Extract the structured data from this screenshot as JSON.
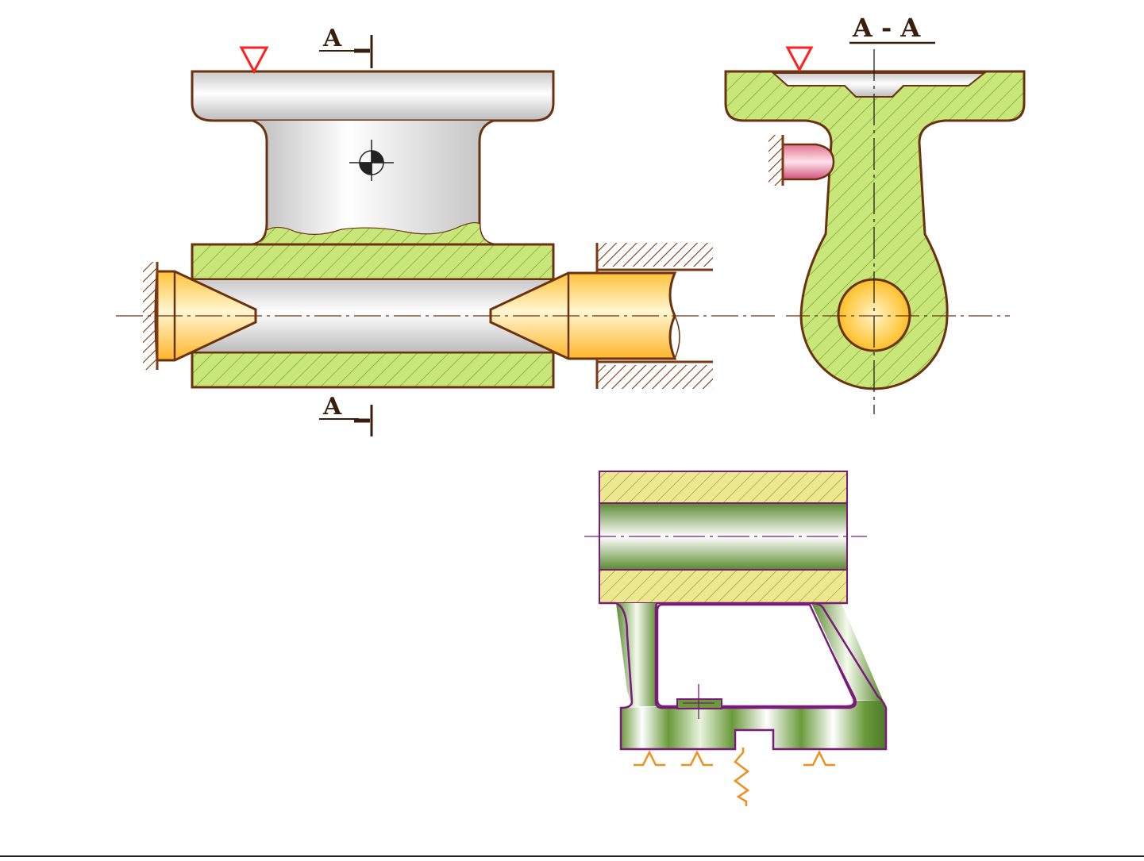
{
  "labels": {
    "top_section_letter": "A",
    "bottom_section_letter": "A",
    "section_title": "A - A"
  },
  "colors": {
    "outline": "#6b3210",
    "hatch_fill": "#c8e67a",
    "hatch_line": "#6a9a20",
    "steel": "#dcdcdc",
    "pin": "#ffc84a",
    "pin_light": "#fff2c0",
    "support_hatch": "#7a3a14",
    "triangle": "#ff2020",
    "centerline": "#6b3210",
    "bottom_outline": "#7a1a7a",
    "bottom_green": "#6a9a3a",
    "bottom_hatch_fill": "#ece890",
    "locator_symbol": "#f0901a"
  },
  "icons": {
    "surface_mark": "triangle-down-icon",
    "center_mark": "crosshair-circle-icon",
    "locator": "caret-up-icon",
    "clamp": "zigzag-spring-icon"
  }
}
